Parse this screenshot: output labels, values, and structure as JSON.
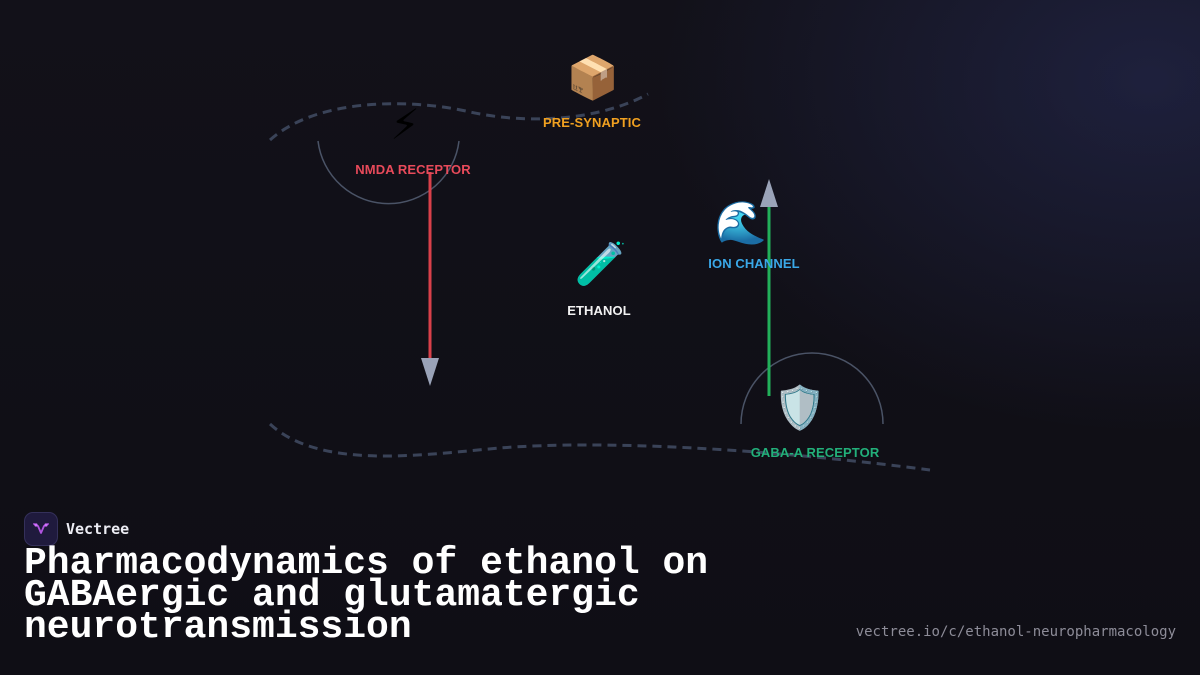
{
  "brand": {
    "name": "Vectree"
  },
  "title": "Pharmacodynamics of ethanol on GABAergic and glutamatergic neurotransmission",
  "url": "vectree.io/c/ethanol-neuropharmacology",
  "colors": {
    "background": "#111018",
    "membrane": "#3a4358",
    "inhibit_arrow": "#d9404a",
    "enhance_arrow": "#22b05a",
    "arrow_head": "#9aa3b8"
  },
  "nodes": {
    "presynaptic": {
      "label": "PRE-SYNAPTIC",
      "icon": "package-icon",
      "glyph": "📦",
      "color": "#f0a020"
    },
    "nmda": {
      "label": "NMDA RECEPTOR",
      "icon": "lightning-icon",
      "glyph": "⚡",
      "color": "#e84a5a"
    },
    "ethanol": {
      "label": "ETHANOL",
      "icon": "test-tube-icon",
      "glyph": "🧪",
      "color": "#f2f2f2"
    },
    "ion_channel": {
      "label": "ION CHANNEL",
      "icon": "wave-icon",
      "glyph": "🌊",
      "color": "#3aa8e8"
    },
    "gaba": {
      "label": "GABA-A RECEPTOR",
      "icon": "shield-icon",
      "glyph": "🛡️",
      "color": "#22b07a"
    }
  }
}
